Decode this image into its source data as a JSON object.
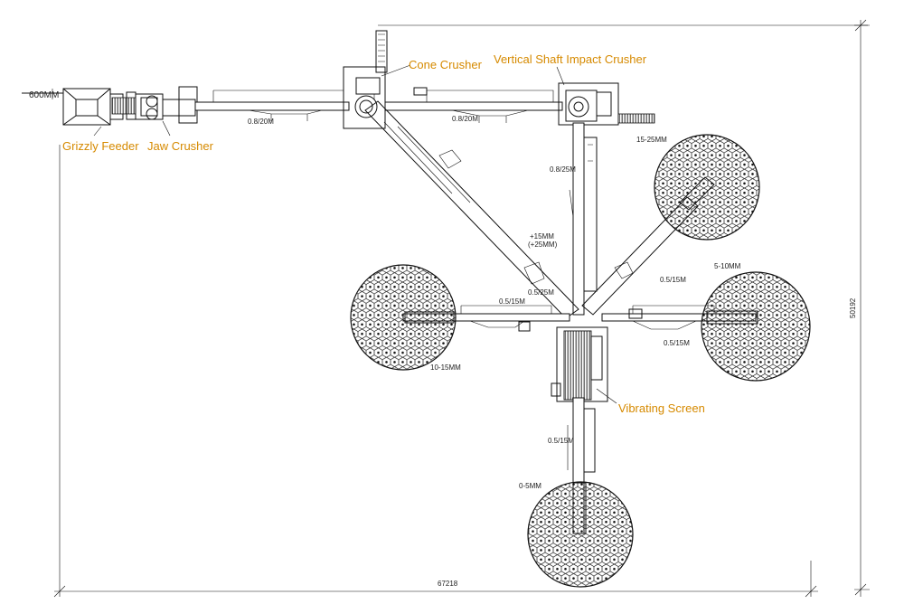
{
  "labels": {
    "grizzly_feeder": "Grizzly Feeder",
    "jaw_crusher": "Jaw Crusher",
    "cone_crusher": "Cone Crusher",
    "vsi_crusher": "Vertical Shaft Impact Crusher",
    "vibrating_screen": "Vibrating Screen"
  },
  "annotations": {
    "feed_size": "600MM",
    "conveyor_1": "0.8/20M",
    "conveyor_2": "0.8/20M",
    "conveyor_3": "0.8/25M",
    "return_line_1": "+15MM",
    "return_line_2": "(+25MM)",
    "conveyor_4": "0.5/25M",
    "conveyor_5": "0.5/15M",
    "conveyor_6": "0.5/15M",
    "conveyor_7": "0.5/15M",
    "conveyor_8": "0.5/15M",
    "pile_1": "15-25MM",
    "pile_2": "5-10MM",
    "pile_3": "10-15MM",
    "pile_4": "0-5MM",
    "overall_width": "67218",
    "overall_height": "50192"
  },
  "colors": {
    "label": "#d68a00",
    "line": "#111111"
  }
}
